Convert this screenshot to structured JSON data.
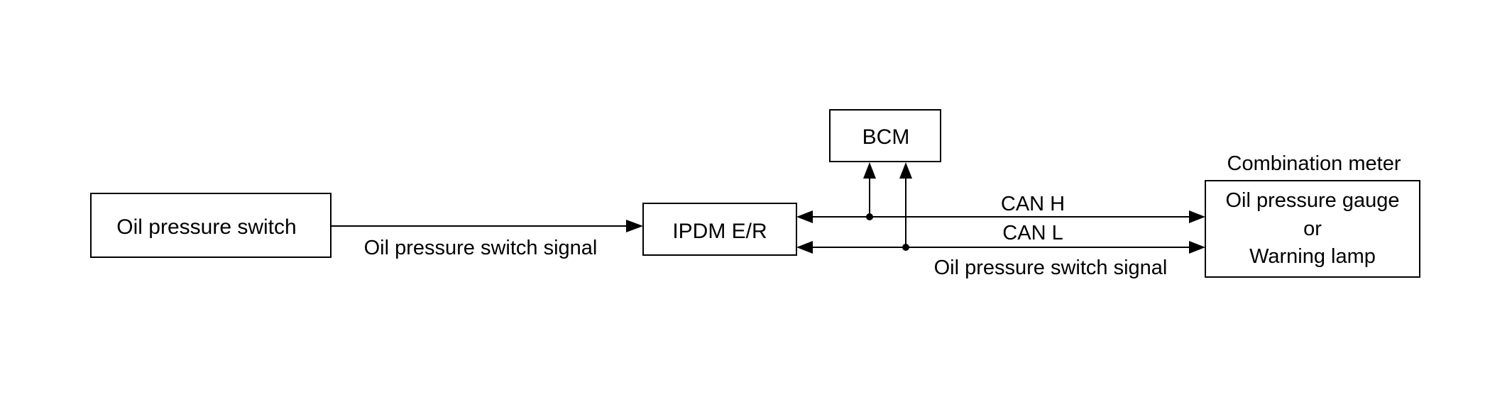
{
  "blocks": {
    "oil_pressure_switch": "Oil pressure switch",
    "ipdm": "IPDM E/R",
    "bcm": "BCM",
    "combination_meter_title": "Combination meter",
    "meter_line1": "Oil pressure gauge",
    "meter_line2": "or",
    "meter_line3": "Warning lamp"
  },
  "signals": {
    "switch_to_ipdm": "Oil pressure switch signal",
    "can_h": "CAN H",
    "can_l": "CAN L",
    "ipdm_to_meter": "Oil pressure switch signal"
  }
}
